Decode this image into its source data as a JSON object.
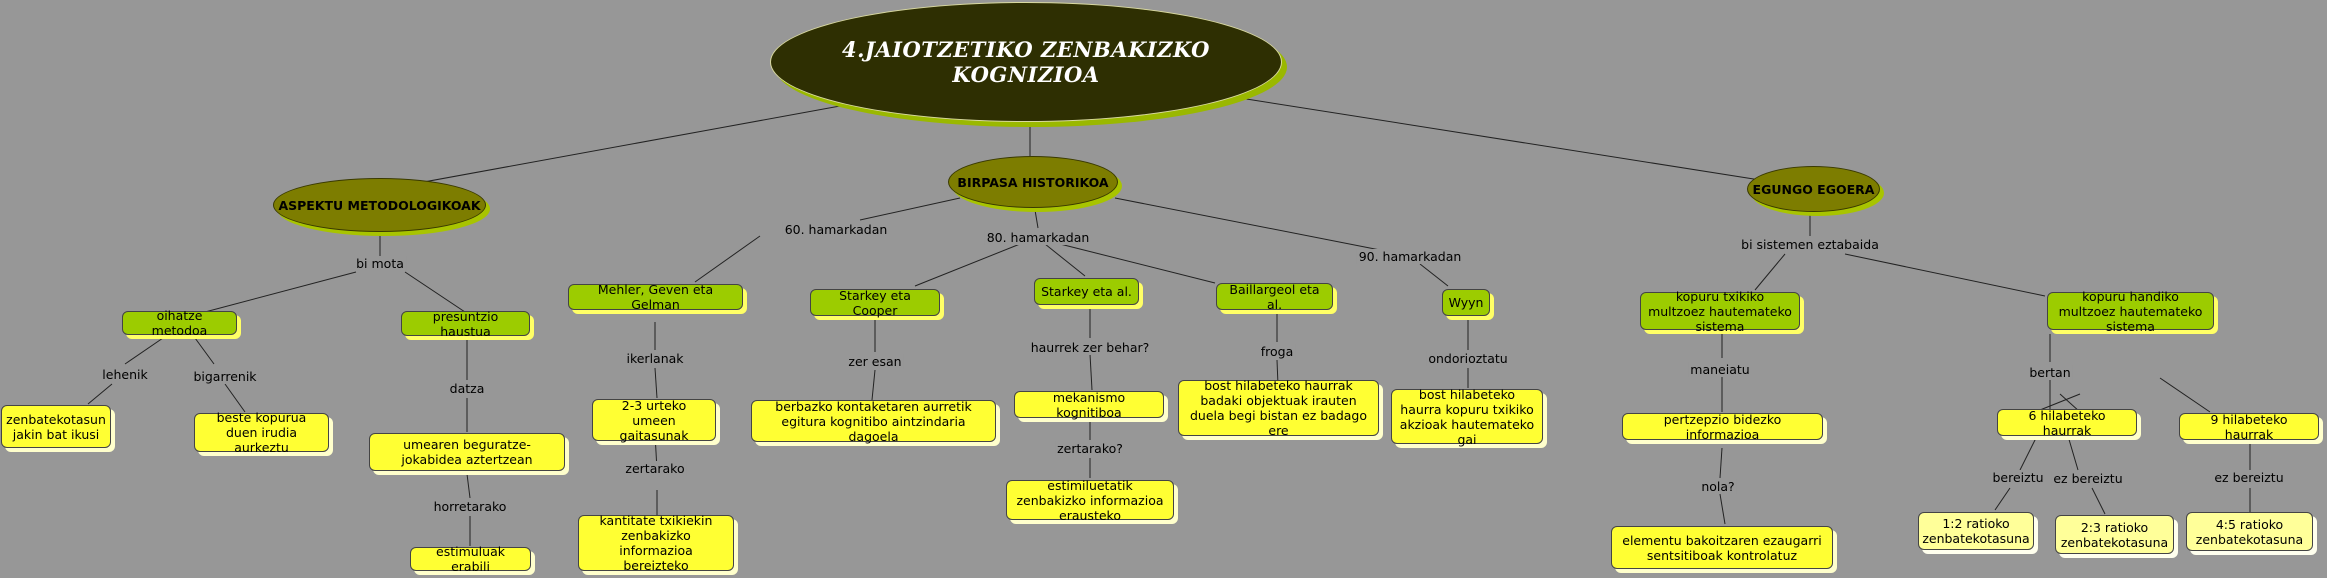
{
  "title": "4.JAIOTZETIKO ZENBAKIZKO KOGNIZIOA",
  "colors": {
    "background": "#979797",
    "root_fill": "#2e2f02",
    "branch_fill": "#7d7d00",
    "concept_green": "#9ccc00",
    "concept_yellow": "#ffff33",
    "concept_pale": "#ffff99"
  },
  "branches": {
    "aspektu": "ASPEKTU METODOLOGIKOAK",
    "birpasa": "BIRPASA HISTORIKOA",
    "egungo": "EGUNGO EGOERA"
  },
  "nodes": {
    "oihatze": "oihatze metodoa",
    "presuntzio": "presuntzio haustua",
    "zenbatekotasun": "zenbatekotasun jakin bat ikusi",
    "beste_kopurua": "beste kopurua duen irudia aurkeztu",
    "umearen": "umearen beguratze-jokabidea aztertzean",
    "estimuluak": "estimuluak erabili",
    "mehler": "Mehler, Geven eta Gelman",
    "urteko": "2-3 urteko umeen gaitasunak",
    "kantitate": "kantitate txikiekin zenbakizko informazioa bereizteko",
    "starkey_cooper": "Starkey eta Cooper",
    "berbazko": "berbazko kontaketaren aurretik egitura kognitibo aintzindaria dagoela",
    "starkey_al": "Starkey eta al.",
    "mekanismo": "mekanismo kognitiboa",
    "estimuluetatik": "estimiluetatik zenbakizko informazioa erausteko",
    "baillargeol": "Baillargeol eta al.",
    "bost_hil_1": "bost hilabeteko haurrak badaki objektuak irauten duela begi bistan ez badago ere",
    "wyyn": "Wyyn",
    "bost_hil_2": "bost hilabeteko haurra kopuru txikiko akzioak hautemateko gai",
    "kopuru_txiki": "kopuru txikiko multzoez hautemateko sistema",
    "kopuru_handi": "kopuru handiko multzoez hautemateko sistema",
    "pertzepzio": "pertzepzio bidezko informazioa",
    "elementu": "elementu bakoitzaren ezaugarri sentsitiboak kontrolatuz",
    "hil6": "6 hilabeteko haurrak",
    "hil9": "9 hilabeteko haurrak",
    "ratio12": "1:2 ratioko zenbatekotasuna",
    "ratio23": "2:3 ratioko zenbatekotasuna",
    "ratio45": "4:5 ratioko zenbatekotasuna"
  },
  "links": {
    "bi_mota": "bi mota",
    "lehenik": "lehenik",
    "bigarrenik": "bigarrenik",
    "datza": "datza",
    "horretarako": "horretarako",
    "h60": "60. hamarkadan",
    "h80": "80. hamarkadan",
    "h90": "90. hamarkadan",
    "ikerlanak": "ikerlanak",
    "zertarako1": "zertarako",
    "zer_esan": "zer esan",
    "haurrek": "haurrek zer behar?",
    "zertarako2": "zertarako?",
    "froga": "froga",
    "ondorioztatu": "ondorioztatu",
    "bi_sistemen": "bi sistemen eztabaida",
    "maneiatu": "maneiatu",
    "nola": "nola?",
    "bertan": "bertan",
    "bereiztu": "bereiztu",
    "ez_bereiztu1": "ez bereiztu",
    "ez_bereiztu2": "ez bereiztu"
  }
}
